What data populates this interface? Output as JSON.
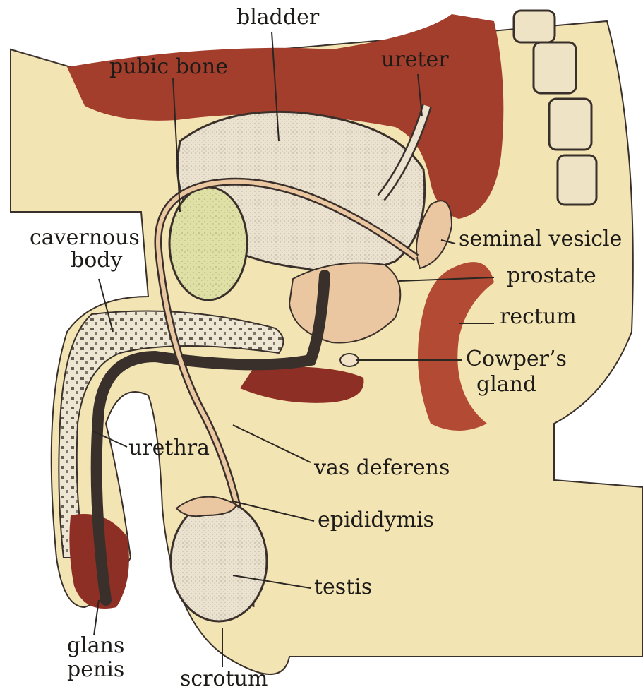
{
  "labels": {
    "bladder": "bladder",
    "pubic_bone": "pubic bone",
    "ureter": "ureter",
    "cavernous_body_line1": "cavernous",
    "cavernous_body_line2": "body",
    "seminal_vesicle": "seminal vesicle",
    "prostate": "prostate",
    "rectum": "rectum",
    "cowpers_gland_line1": "Cowper’s",
    "cowpers_gland_line2": "gland",
    "urethra": "urethra",
    "vas_deferens": "vas deferens",
    "epididymis": "epididymis",
    "testis": "testis",
    "glans_penis_line1": "glans",
    "glans_penis_line2": "penis",
    "scrotum": "scrotum"
  },
  "colors": {
    "skin": "#f3e4b4",
    "bone_spine": "#a33d2c",
    "bladder": "#ebe2cf",
    "prostate": "#eac7a0",
    "pubic_bone": "#dfe0a6",
    "urethra": "#3a302b",
    "outline": "#3a302b"
  }
}
